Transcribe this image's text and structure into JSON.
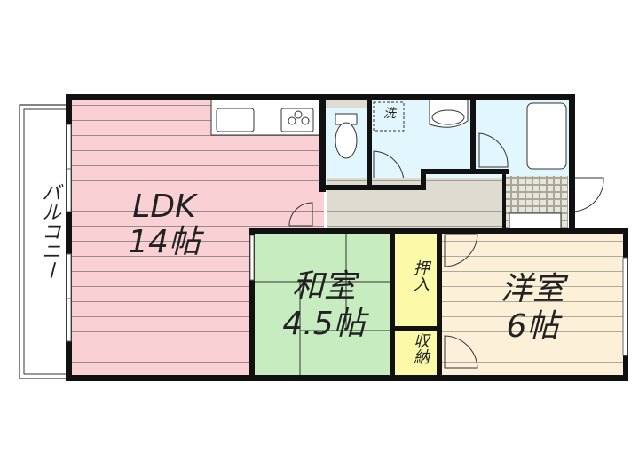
{
  "floorplan": {
    "rooms": {
      "ldk": {
        "name": "LDK",
        "size": "14帖",
        "color": "#f9d0d3"
      },
      "washitsu": {
        "name": "和室",
        "size": "4.5帖",
        "color": "#c6ecc0"
      },
      "youshitsu": {
        "name": "洋室",
        "size": "6帖",
        "color": "#fdf0d8"
      },
      "oshiire": {
        "name": "押入",
        "color": "#fafaa8"
      },
      "shuunou": {
        "name": "収納",
        "color": "#fafaa8"
      },
      "balcony": {
        "name": "バルコニー"
      },
      "laundry": {
        "name": "洗"
      },
      "wet_area_color": "#e2f6fd",
      "hallway_color": "#dedbd0"
    }
  }
}
